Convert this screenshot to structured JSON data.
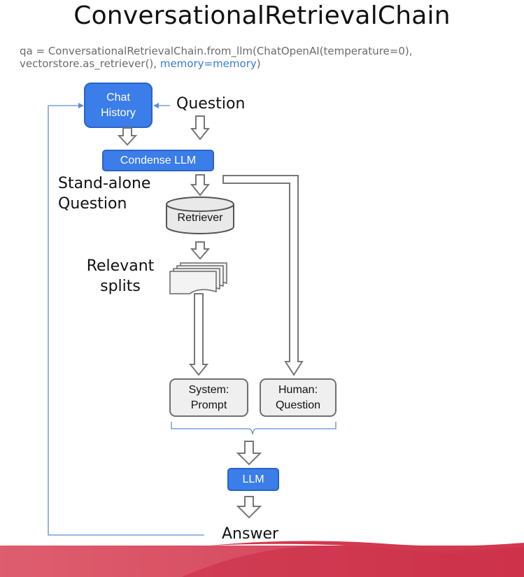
{
  "title": "ConversationalRetrievalChain",
  "code": {
    "line1": "qa = ConversationalRetrievalChain.from_llm(ChatOpenAI(temperature=0),",
    "line2_prefix": "vectorstore.as_retriever(), ",
    "line2_memory": "memory=memory",
    "line2_suffix": ")"
  },
  "nodes": {
    "chat_history": [
      "Chat",
      "History"
    ],
    "question": "Question",
    "condense_llm": "Condense LLM",
    "standalone_question": [
      "Stand-alone",
      "Question"
    ],
    "retriever": "Retriever",
    "relevant_splits": [
      "Relevant",
      "splits"
    ],
    "system_prompt": [
      "System:",
      "Prompt"
    ],
    "human_question": [
      "Human:",
      "Question"
    ],
    "llm": "LLM",
    "answer": "Answer"
  },
  "colors": {
    "blue_box": "#3b7de9",
    "blue_border": "#2a64c4",
    "grey_box": "#efefef",
    "grey_border": "#707070",
    "feedback_line": "#5b8fd6",
    "band_left": "#ec8c96",
    "band_right": "#d2384e"
  }
}
